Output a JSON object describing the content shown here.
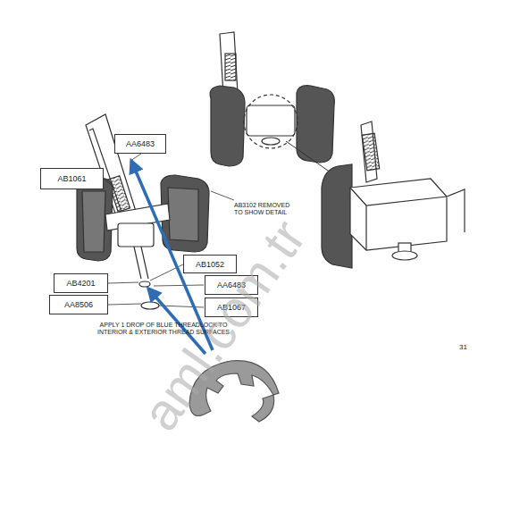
{
  "diagram": {
    "nodes": [
      {
        "text": [
          "AA6483"
        ]
      },
      {
        "text": [
          "AB1061"
        ]
      },
      {
        "text": [
          "AB1052"
        ]
      },
      {
        "text": [
          "AB4201"
        ]
      },
      {
        "text": [
          "AA6483"
        ]
      },
      {
        "text": [
          "AA8506"
        ]
      },
      {
        "text": [
          "AB1067"
        ]
      }
    ],
    "labels": [
      "AB3102 REMOVED TO SHOW DETAIL",
      "APPLY 1 DROP OF BLUE THREADLOCK TO INTERIOR & EXTERIOR THREAD SURFACES",
      "31",
      "aml.com.tr"
    ]
  }
}
